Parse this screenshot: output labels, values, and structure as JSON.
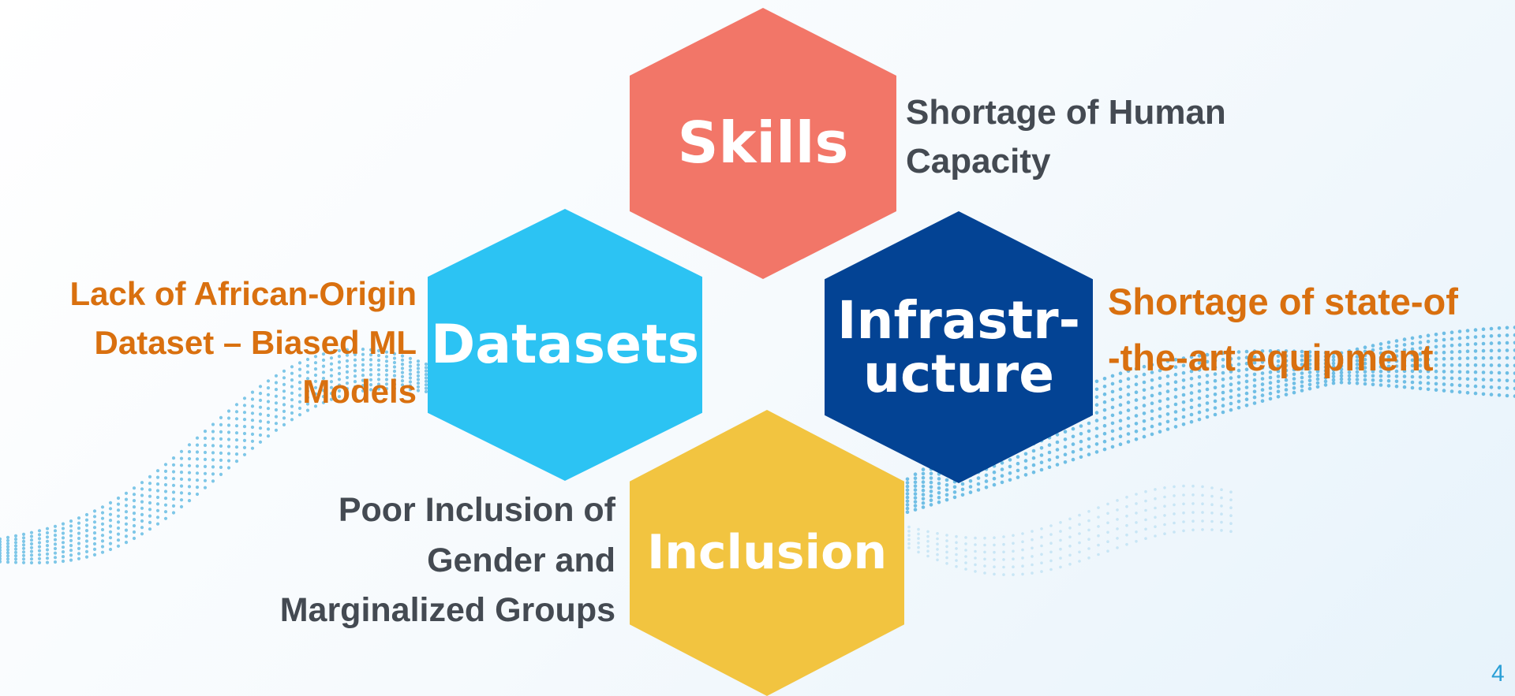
{
  "colors": {
    "skills": "#f27668",
    "datasets": "#2cc3f3",
    "infrastructure": "#034394",
    "inclusion": "#f2c440",
    "dark_text": "#444a52",
    "orange_text": "#d9700f",
    "page_number": "#2a9fd6",
    "dots": "#1a9ad6"
  },
  "hexagons": {
    "skills": {
      "label": "Skills",
      "icon": "none"
    },
    "datasets": {
      "label": "Datasets"
    },
    "infrastructure": {
      "line1": "Infrastr-",
      "line2": "ucture"
    },
    "inclusion": {
      "label": "Inclusion"
    }
  },
  "descriptions": {
    "skills": {
      "line1": "Shortage of Human",
      "line2": "Capacity"
    },
    "datasets": {
      "line1": "Lack of African-Origin",
      "line2": "Dataset – Biased ML",
      "line3": "Models"
    },
    "infrastructure": {
      "line1": "Shortage of state-of",
      "line2": "-the-art equipment"
    },
    "inclusion": {
      "line1": "Poor Inclusion of",
      "line2": "Gender and",
      "line3": "Marginalized Groups"
    }
  },
  "page_number": "4"
}
